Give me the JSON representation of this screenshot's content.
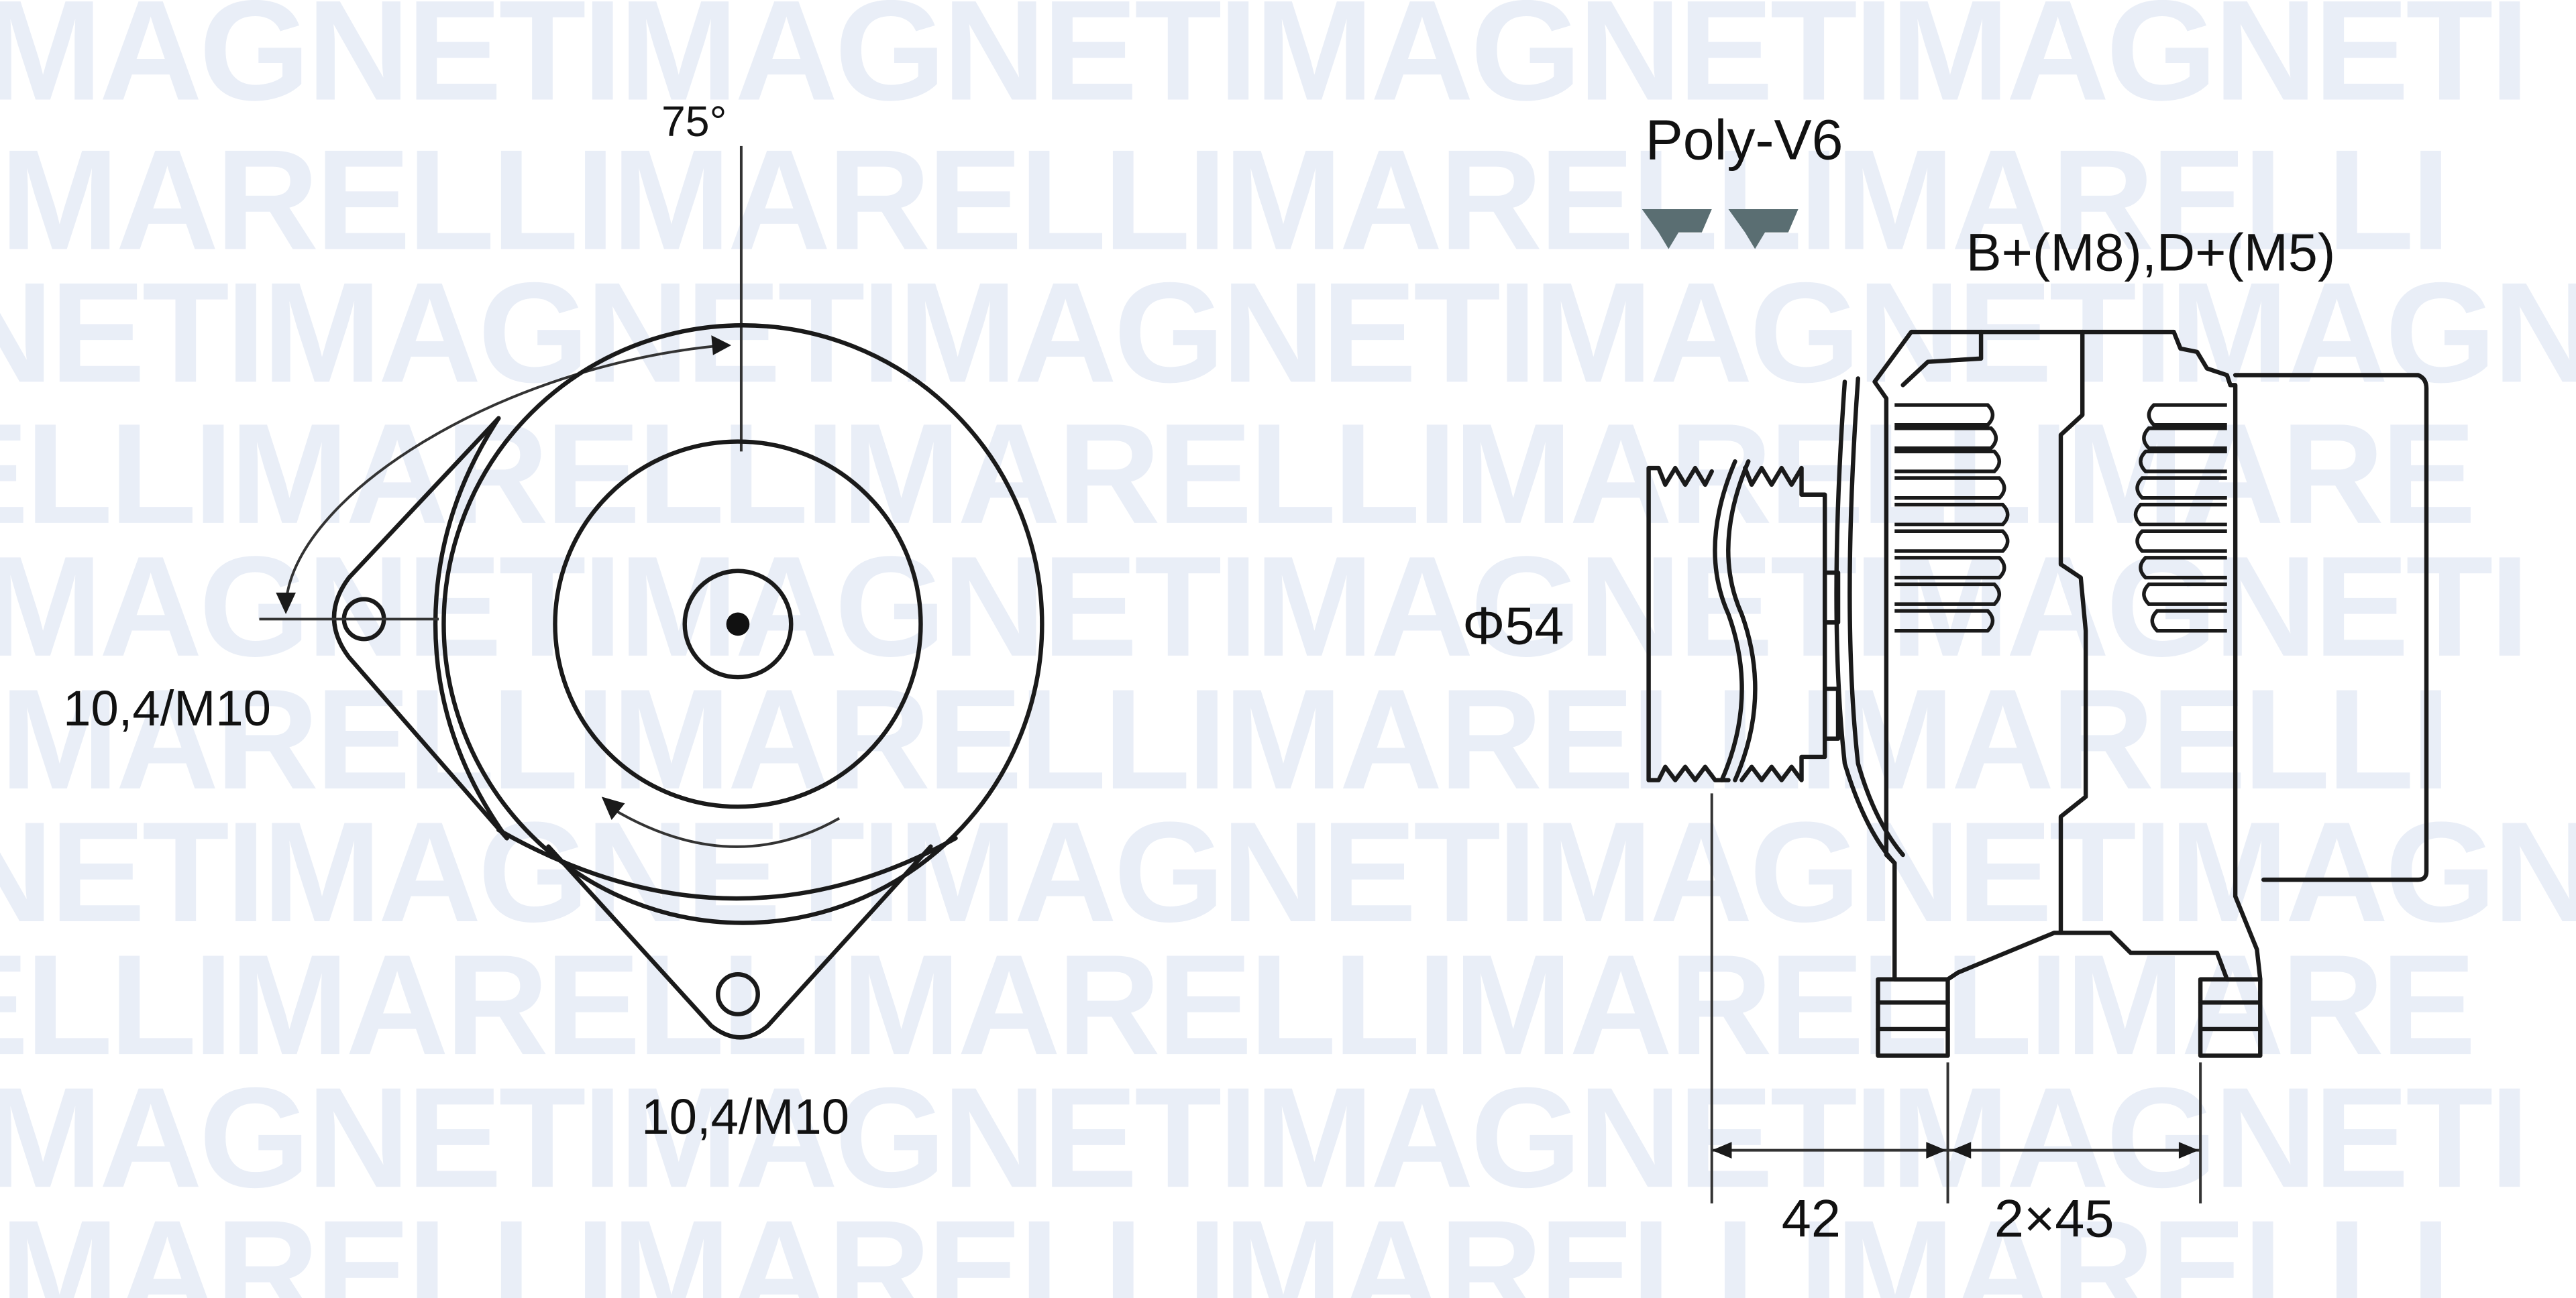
{
  "watermark": {
    "brand_words": [
      "MAGNETI",
      "MARELLI"
    ],
    "rows": [
      "MAGNETIMAGNETIMAGNETIMAGNETI",
      "MARELLIMARELLIMARELLIMARELLI",
      "NETIMAGNETIMAGNETIMAGNETIMAGNE",
      "ELLIMARELLIMARELLIMARELLIMARE",
      "MAGNETIMAGNETIMAGNETIMAGNETI",
      "MARELLIMARELLIMARELLIMARELLI",
      "NETIMAGNETIMAGNETIMAGNETIMAGNE",
      "ELLIMARELLIMARELLIMARELLIMARE",
      "MAGNETIMAGNETIMAGNETIMAGNETI",
      "MARELLIMARELLIMARELLIMARELLI"
    ],
    "color": "#e9eef7"
  },
  "front_view": {
    "angle_label": "75°",
    "left_mount_label": "10,4/M10",
    "bottom_mount_label": "10,4/M10",
    "rotation": "counter-clockwise"
  },
  "side_view": {
    "belt_type_label": "Poly-V6",
    "belt_icon_color": "#5a6e72",
    "terminals_label": "B+(M8),D+(M5)",
    "pulley_diameter_label": "Φ54",
    "dimension_pulley_to_mount": "42",
    "dimension_mount_spacing": "2×45"
  },
  "colors": {
    "line": "#1a1a1a",
    "background": "#ffffff"
  }
}
